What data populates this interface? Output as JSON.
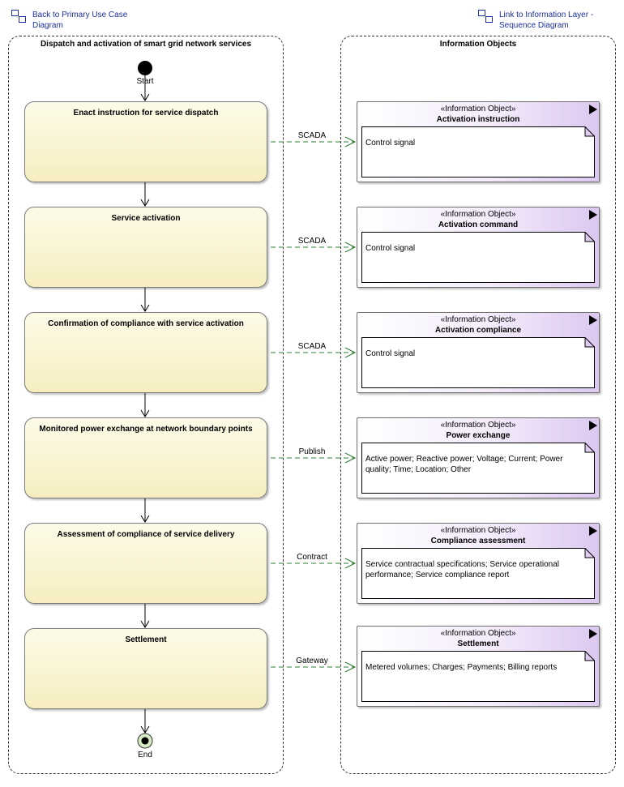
{
  "links": {
    "back": "Back to Primary Use Case Diagram",
    "forward": "Link to Information Layer - Sequence Diagram"
  },
  "left_lane": {
    "title": "Dispatch and activation of smart grid network services"
  },
  "right_lane": {
    "title": "Information Objects"
  },
  "start_label": "Start",
  "end_label": "End",
  "stereotype": "«Information Object»",
  "actions": [
    "Enact instruction for service dispatch",
    "Service activation",
    "Confirmation of compliance with service activation",
    "Monitored power exchange at network boundary points",
    "Assessment of compliance of service delivery",
    "Settlement"
  ],
  "flows": [
    "SCADA",
    "SCADA",
    "SCADA",
    "Publish",
    "Contract",
    "Gateway"
  ],
  "info_objects": [
    {
      "name": "Activation instruction",
      "note": "Control signal"
    },
    {
      "name": "Activation command",
      "note": "Control signal"
    },
    {
      "name": "Activation compliance",
      "note": "Control signal"
    },
    {
      "name": "Power exchange",
      "note": "Active power; Reactive power; Voltage; Current; Power quality; Time; Location; Other"
    },
    {
      "name": "Compliance assessment",
      "note": "Service contractual specifications; Service operational performance; Service compliance report"
    },
    {
      "name": "Settlement",
      "note": "Metered volumes; Charges; Payments; Billing reports"
    }
  ],
  "colors": {
    "link": "#1a2fa0",
    "flow": "#2e7d32",
    "action_fill": "#f6eec0",
    "io_fill": "#dcc8f0"
  }
}
